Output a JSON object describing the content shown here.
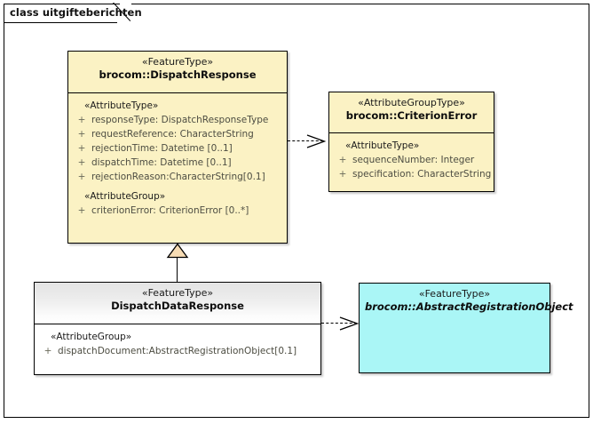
{
  "diagram": {
    "frame_title": "class uitgifteberichten",
    "type": "uml-class-diagram"
  },
  "colors": {
    "class_fill_yellow": "#fbf2c4",
    "class_fill_cyan": "#aaf6f6",
    "class_fill_white": "#ffffff",
    "header_gradient_top": "#e3e3e3",
    "border": "#000000",
    "generalization_triangle_fill": "#f7dcb4",
    "attribute_text": "#4d4d42"
  },
  "classes": [
    {
      "id": "dispatch-response",
      "stereotype": "«FeatureType»",
      "name": "brocom::DispatchResponse",
      "abstract": false,
      "fill": "yellow",
      "compartments": [
        {
          "group": "«AttributeType»",
          "attributes": [
            {
              "visibility": "+",
              "text": "responseType: DispatchResponseType"
            },
            {
              "visibility": "+",
              "text": "requestReference: CharacterString"
            },
            {
              "visibility": "+",
              "text": "rejectionTime: Datetime [0..1]"
            },
            {
              "visibility": "+",
              "text": "dispatchTime: Datetime [0..1]"
            },
            {
              "visibility": "+",
              "text": "rejectionReason:CharacterString[0.1]"
            }
          ]
        },
        {
          "group": "«AttributeGroup»",
          "attributes": [
            {
              "visibility": "+",
              "text": "criterionError: CriterionError [0..*]"
            }
          ]
        }
      ]
    },
    {
      "id": "criterion-error",
      "stereotype": "«AttributeGroupType»",
      "name": "brocom::CriterionError",
      "abstract": false,
      "fill": "yellow",
      "compartments": [
        {
          "group": "«AttributeType»",
          "attributes": [
            {
              "visibility": "+",
              "text": "sequenceNumber: Integer"
            },
            {
              "visibility": "+",
              "text": "specification: CharacterString"
            }
          ]
        }
      ]
    },
    {
      "id": "dispatch-data-response",
      "stereotype": "«FeatureType»",
      "name": "DispatchDataResponse",
      "abstract": false,
      "fill": "white",
      "compartments": [
        {
          "group": "«AttributeGroup»",
          "attributes": [
            {
              "visibility": "+",
              "text": "dispatchDocument:AbstractRegistrationObject[0.1]"
            }
          ]
        }
      ]
    },
    {
      "id": "abstract-registration-object",
      "stereotype": "«FeatureType»",
      "name": "brocom::AbstractRegistrationObject",
      "abstract": true,
      "fill": "cyan",
      "compartments": []
    }
  ],
  "connectors": [
    {
      "id": "dep-criterion",
      "kind": "dependency",
      "style": "dashed-open-arrow",
      "from": "dispatch-response",
      "to": "criterion-error"
    },
    {
      "id": "dep-abstract",
      "kind": "dependency",
      "style": "dashed-open-arrow",
      "from": "dispatch-data-response",
      "to": "abstract-registration-object"
    },
    {
      "id": "gen-dispatch",
      "kind": "generalization",
      "style": "solid-hollow-triangle",
      "from": "dispatch-data-response",
      "to": "dispatch-response"
    }
  ]
}
